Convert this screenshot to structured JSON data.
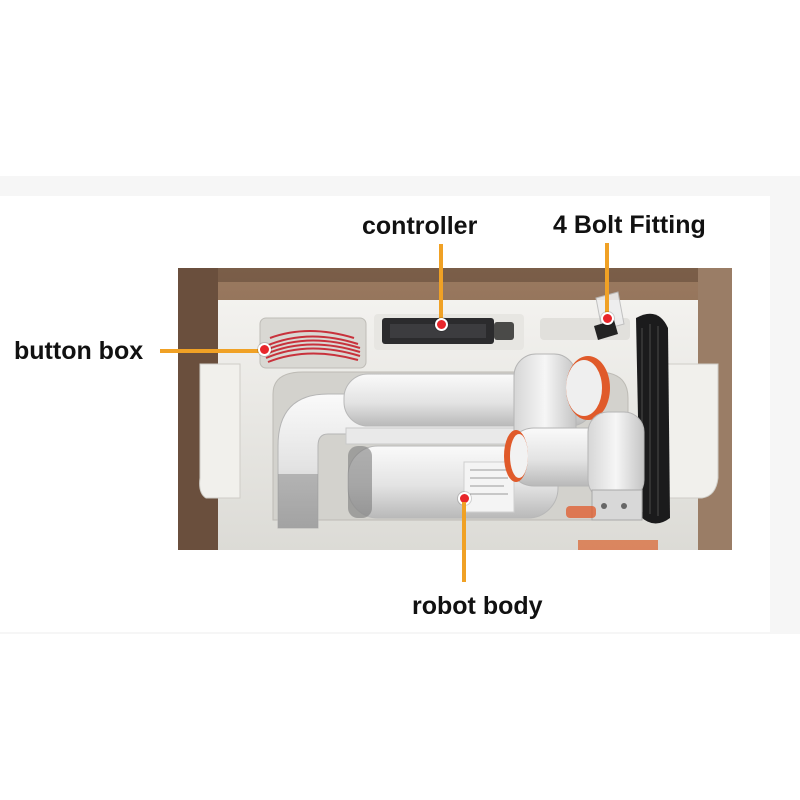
{
  "labels": {
    "controller": "controller",
    "bolt_fitting": "4 Bolt Fitting",
    "button_box": "button box",
    "robot_body": "robot body"
  },
  "colors": {
    "leader_line": "#f0a125",
    "marker_dot": "#e8262b",
    "box_cardboard": "#8b6a52",
    "foam": "#ecebe8",
    "robot_shell": "#e6e6e6",
    "robot_accent": "#e05a2a",
    "cable": "#c8323c"
  }
}
